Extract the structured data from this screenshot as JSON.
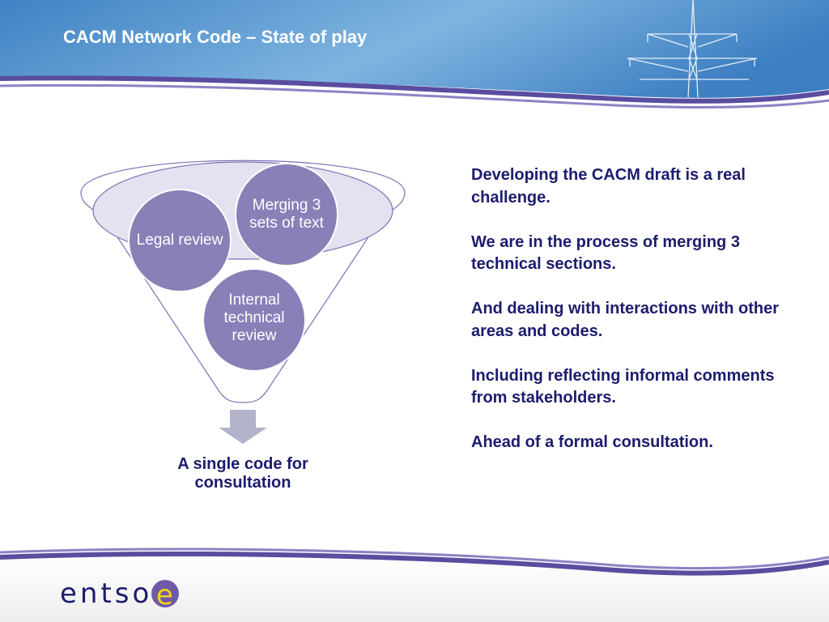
{
  "header": {
    "title": "CACM Network Code – State of play"
  },
  "diagram": {
    "circles": [
      {
        "label": "Legal review"
      },
      {
        "label": "Merging 3 sets of text"
      },
      {
        "label": "Internal technical review"
      }
    ],
    "result": "A single code for consultation",
    "colors": {
      "circle_fill": "#8b7fb8",
      "funnel_outline": "#7a72b5",
      "ellipse_fill": "#e4e2f0",
      "arrow": "#b3b3cc"
    }
  },
  "content": {
    "paragraphs": [
      "Developing the CACM draft is a real challenge.",
      "We are in the process of merging 3 technical sections.",
      "And dealing with interactions with other areas and codes.",
      "Including reflecting informal comments from stakeholders.",
      "Ahead of a formal consultation."
    ]
  },
  "footer": {
    "logo_text": "entso",
    "logo_accent": "e"
  },
  "colors": {
    "header_sky": "#5b9bd5",
    "band_purple": "#5a4c9e",
    "text_navy": "#1c1c6e"
  }
}
